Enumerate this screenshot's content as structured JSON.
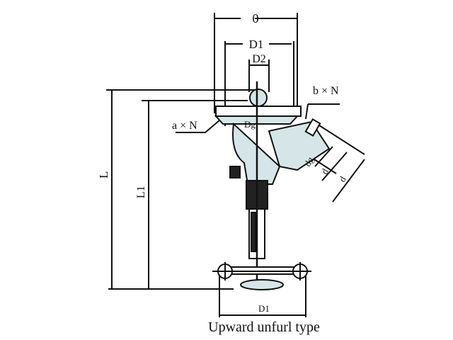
{
  "labels": {
    "o": "0",
    "d1_top": "D1",
    "d2": "D2",
    "b_n": "b × N",
    "a_n": "a × N",
    "dg_upper": "Dg",
    "dg_lower": "dg",
    "d_inner": "d",
    "d_outer": "d",
    "l": "L",
    "l1": "L1",
    "d1_bottom": "D1"
  },
  "caption": "Upward unfurl type",
  "colors": {
    "line": "#111111",
    "fill": "#d6e6e8"
  }
}
